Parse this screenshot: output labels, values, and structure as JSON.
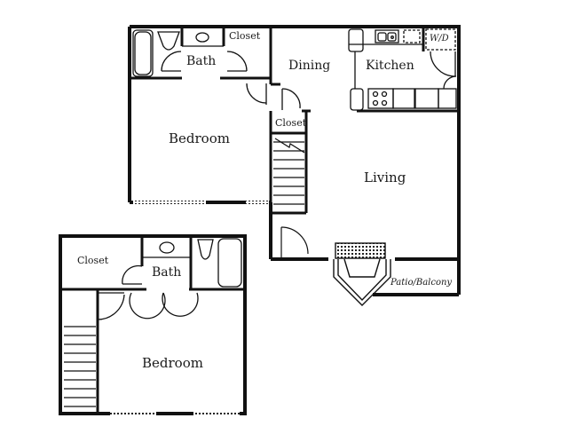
{
  "floorplan": {
    "upper_level": {
      "rooms": {
        "bath": "Bath",
        "closet_bath": "Closet",
        "dining": "Dining",
        "kitchen": "Kitchen",
        "washer_dryer": "W/D",
        "closet_hall": "Closet",
        "bedroom": "Bedroom",
        "living": "Living",
        "patio": "Patio/Balcony"
      }
    },
    "lower_level": {
      "rooms": {
        "closet": "Closet",
        "bath": "Bath",
        "bedroom": "Bedroom"
      }
    }
  },
  "colors": {
    "wall": "#111111",
    "background": "#ffffff"
  }
}
